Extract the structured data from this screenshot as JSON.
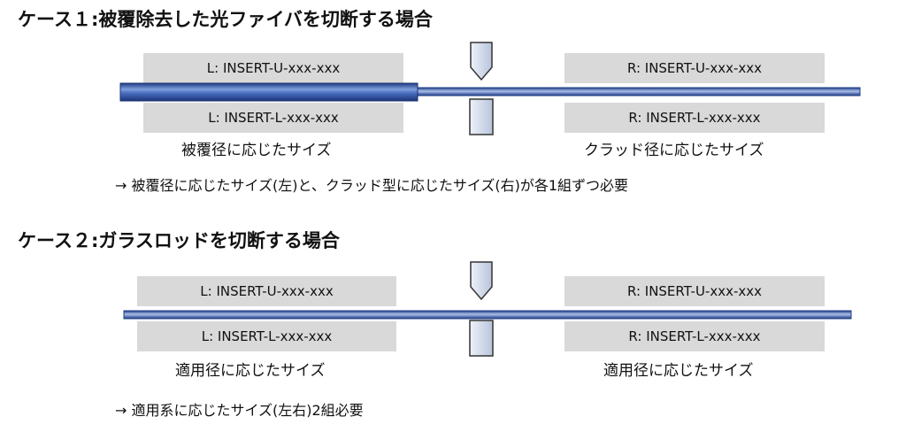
{
  "case1": {
    "title": "ケース１:被覆除去した光ファイバを切断する場合",
    "left_upper": "L: INSERT-U-xxx-xxx",
    "left_lower": "L: INSERT-L-xxx-xxx",
    "right_upper": "R: INSERT-U-xxx-xxx",
    "right_lower": "R: INSERT-L-xxx-xxx",
    "left_caption": "被覆径に応じたサイズ",
    "right_caption": "クラッド径に応じたサイズ",
    "note": "→ 被覆径に応じたサイズ(左)と、クラッド型に応じたサイズ(右)が各1組ずつ必要"
  },
  "case2": {
    "title": "ケース２:ガラスロッドを切断する場合",
    "left_upper": "L: INSERT-U-xxx-xxx",
    "left_lower": "L: INSERT-L-xxx-xxx",
    "right_upper": "R: INSERT-U-xxx-xxx",
    "right_lower": "R: INSERT-L-xxx-xxx",
    "left_caption": "適用径に応じたサイズ",
    "right_caption": "適用径に応じたサイズ",
    "note": "→ 適用系に応じたサイズ(左右)2組必要"
  },
  "colors": {
    "insert_fill": "#d9d9d9",
    "fiber_blue": "#2e4f9a",
    "blade_fill": "#c9d3e6"
  }
}
